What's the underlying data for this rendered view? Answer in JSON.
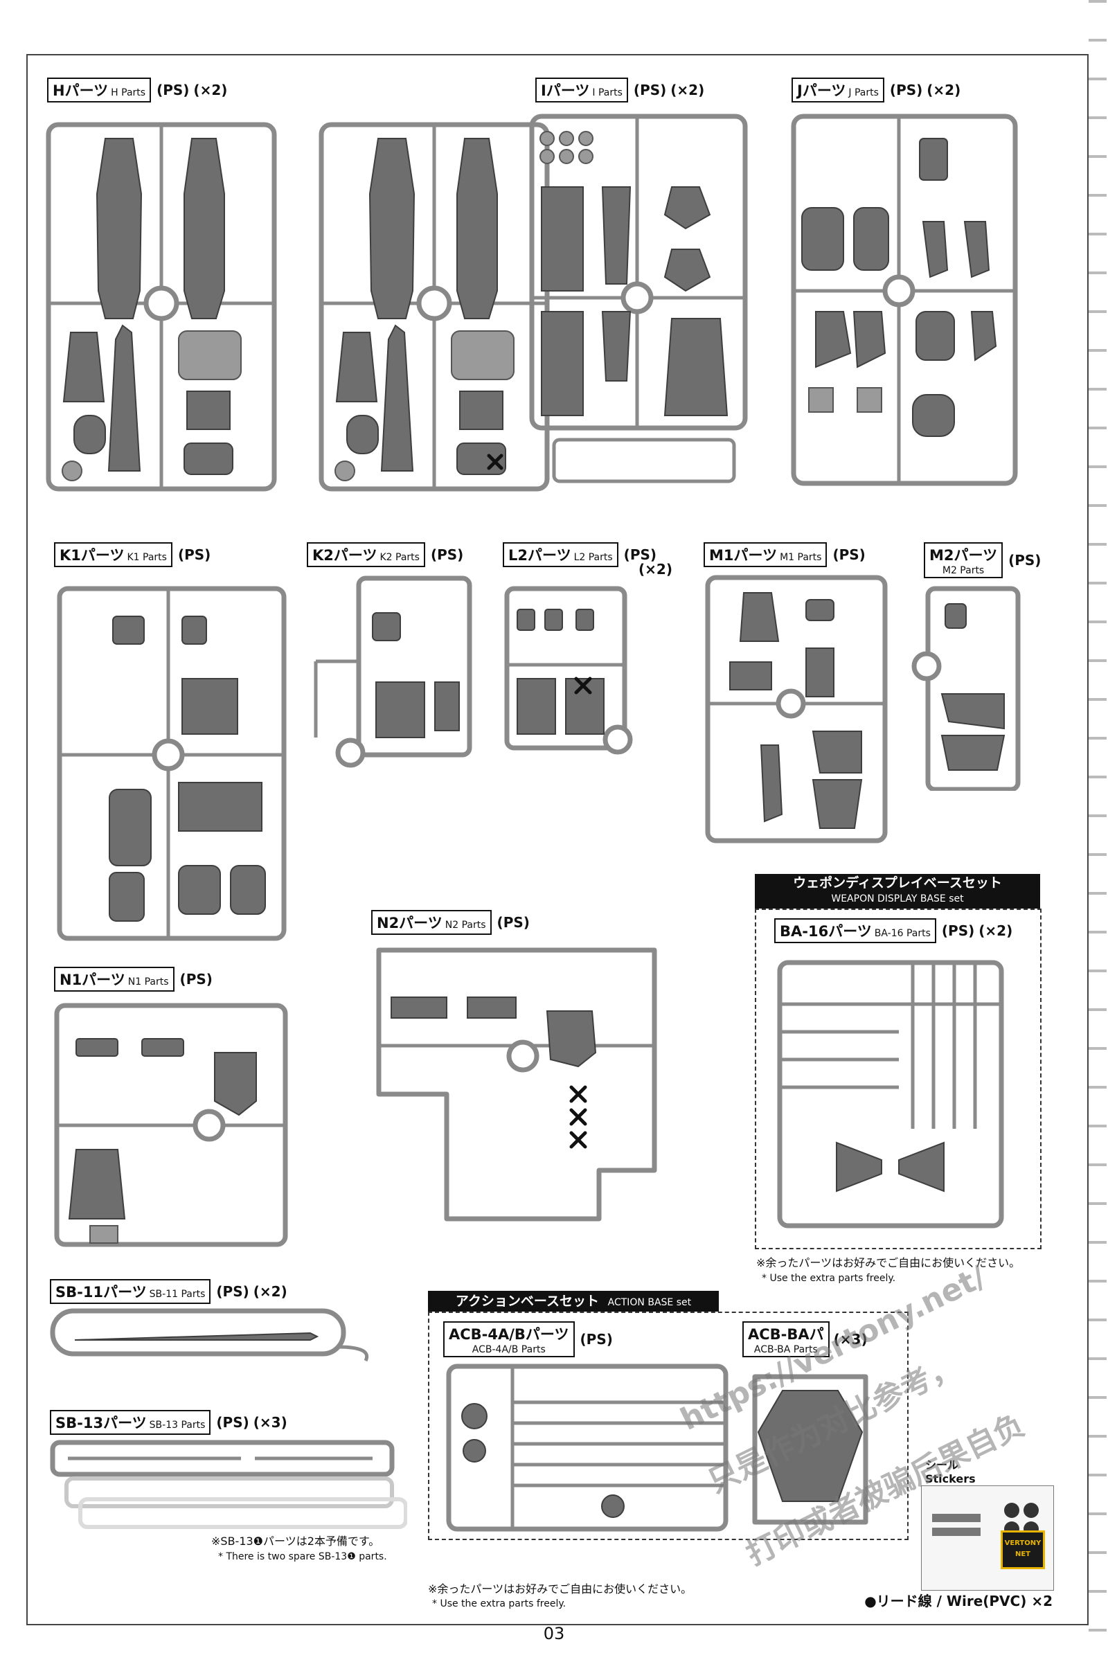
{
  "page_number": "03",
  "sprues": {
    "H": {
      "jp": "Hパーツ",
      "en": "H Parts",
      "ps": "(PS)",
      "mult": "(×2)"
    },
    "I": {
      "jp": "Iパーツ",
      "en": "I Parts",
      "ps": "(PS)",
      "mult": "(×2)"
    },
    "J": {
      "jp": "Jパーツ",
      "en": "J Parts",
      "ps": "(PS)",
      "mult": "(×2)"
    },
    "K1": {
      "jp": "K1パーツ",
      "en": "K1 Parts",
      "ps": "(PS)"
    },
    "K2": {
      "jp": "K2パーツ",
      "en": "K2 Parts",
      "ps": "(PS)"
    },
    "L2": {
      "jp": "L2パーツ",
      "en": "L2 Parts",
      "ps": "(PS)",
      "mult": "(×2)"
    },
    "M1": {
      "jp": "M1パーツ",
      "en": "M1 Parts",
      "ps": "(PS)"
    },
    "M2": {
      "jp": "M2パーツ",
      "en": "M2 Parts",
      "ps": "(PS)"
    },
    "N1": {
      "jp": "N1パーツ",
      "en": "N1 Parts",
      "ps": "(PS)"
    },
    "N2": {
      "jp": "N2パーツ",
      "en": "N2 Parts",
      "ps": "(PS)"
    },
    "SB11": {
      "jp": "SB-11パーツ",
      "en": "SB-11 Parts",
      "ps": "(PS)",
      "mult": "(×2)"
    },
    "SB13": {
      "jp": "SB-13パーツ",
      "en": "SB-13 Parts",
      "ps": "(PS)",
      "mult": "(×3)"
    },
    "BA16": {
      "jp": "BA-16パーツ",
      "en": "BA-16 Parts",
      "ps": "(PS)",
      "mult": "(×2)"
    },
    "ACB4": {
      "jp": "ACB-4A/Bパーツ",
      "en": "ACB-4A/B Parts",
      "ps": "(PS)"
    },
    "ACBBA": {
      "jp": "ACB-BAパ",
      "en": "ACB-BA Parts",
      "mult": "(×3)"
    }
  },
  "weapon_display": {
    "jp": "ウェポンディスプレイベースセット",
    "en": "WEAPON DISPLAY BASE set"
  },
  "action_base": {
    "jp": "アクションベースセット",
    "en": "ACTION BASE set"
  },
  "notes": {
    "extra_parts_jp": "※余ったパーツはお好みでご自由にお使いください。",
    "extra_parts_en": "* Use the extra parts freely.",
    "spare_jp": "※SB-13❶パーツは2本予備です。",
    "spare_en": "* There is two spare SB-13❶ parts."
  },
  "stickers": {
    "jp": "シール",
    "en": "Stickers"
  },
  "wire": "●リード線 / Wire(PVC) ×2",
  "logo": "VERTONY NET",
  "watermark_url": "https://vertony.net/",
  "watermark_jp1": "只是作为对比参考，",
  "watermark_jp2": "打印或者被骗后果自负"
}
